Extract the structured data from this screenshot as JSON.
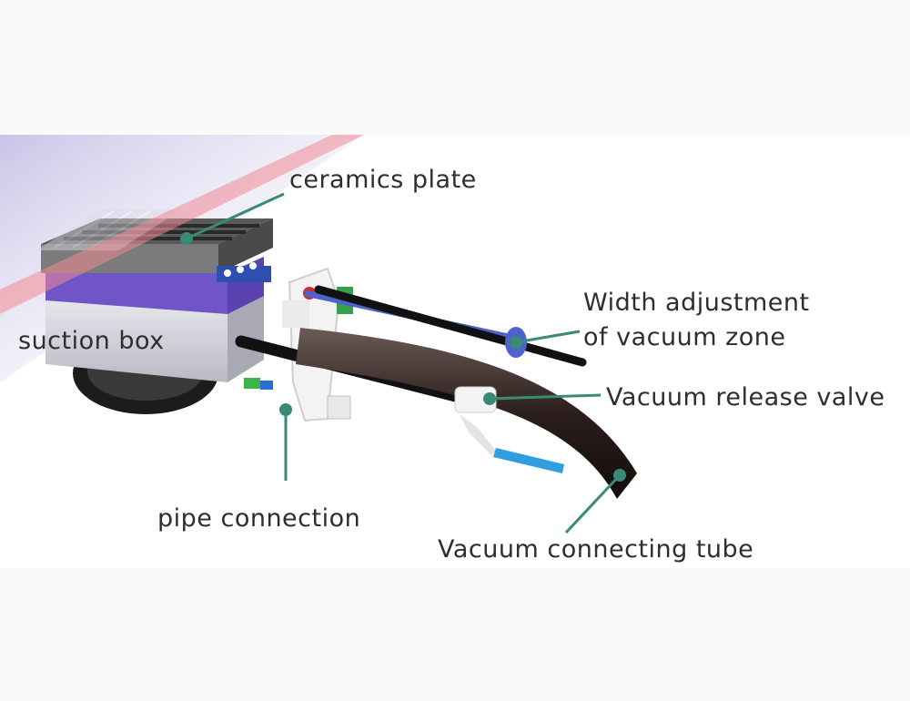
{
  "labels": {
    "ceramics_plate": "ceramics plate",
    "suction_box": "suction box",
    "width_adjustment_line1": "Width adjustment",
    "width_adjustment_line2": "of vacuum zone",
    "vacuum_release_valve": "Vacuum release valve",
    "pipe_connection": "pipe connection",
    "vacuum_connecting_tube": "Vacuum connecting tube"
  },
  "colors": {
    "leader_line": "#3a8a78",
    "text": "#2e2e2e",
    "background": "#fafafa",
    "photo_background": "#ffffff"
  }
}
